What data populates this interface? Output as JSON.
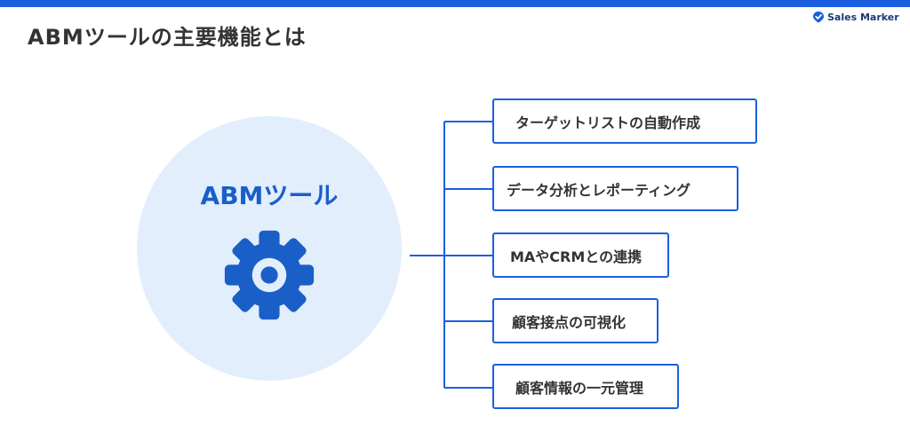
{
  "header": {
    "title": "ABMツールの主要機能とは",
    "brand": "Sales Marker",
    "accent_color": "#1a5fe0"
  },
  "center": {
    "label": "ABMツール",
    "icon": "gear-icon",
    "fill_color": "#e2eefb"
  },
  "features": [
    {
      "label": "ターゲットリストの自動作成"
    },
    {
      "label": "データ分析とレポーティング"
    },
    {
      "label": "MAやCRMとの連携"
    },
    {
      "label": "顧客接点の可視化"
    },
    {
      "label": "顧客情報の一元管理"
    }
  ]
}
